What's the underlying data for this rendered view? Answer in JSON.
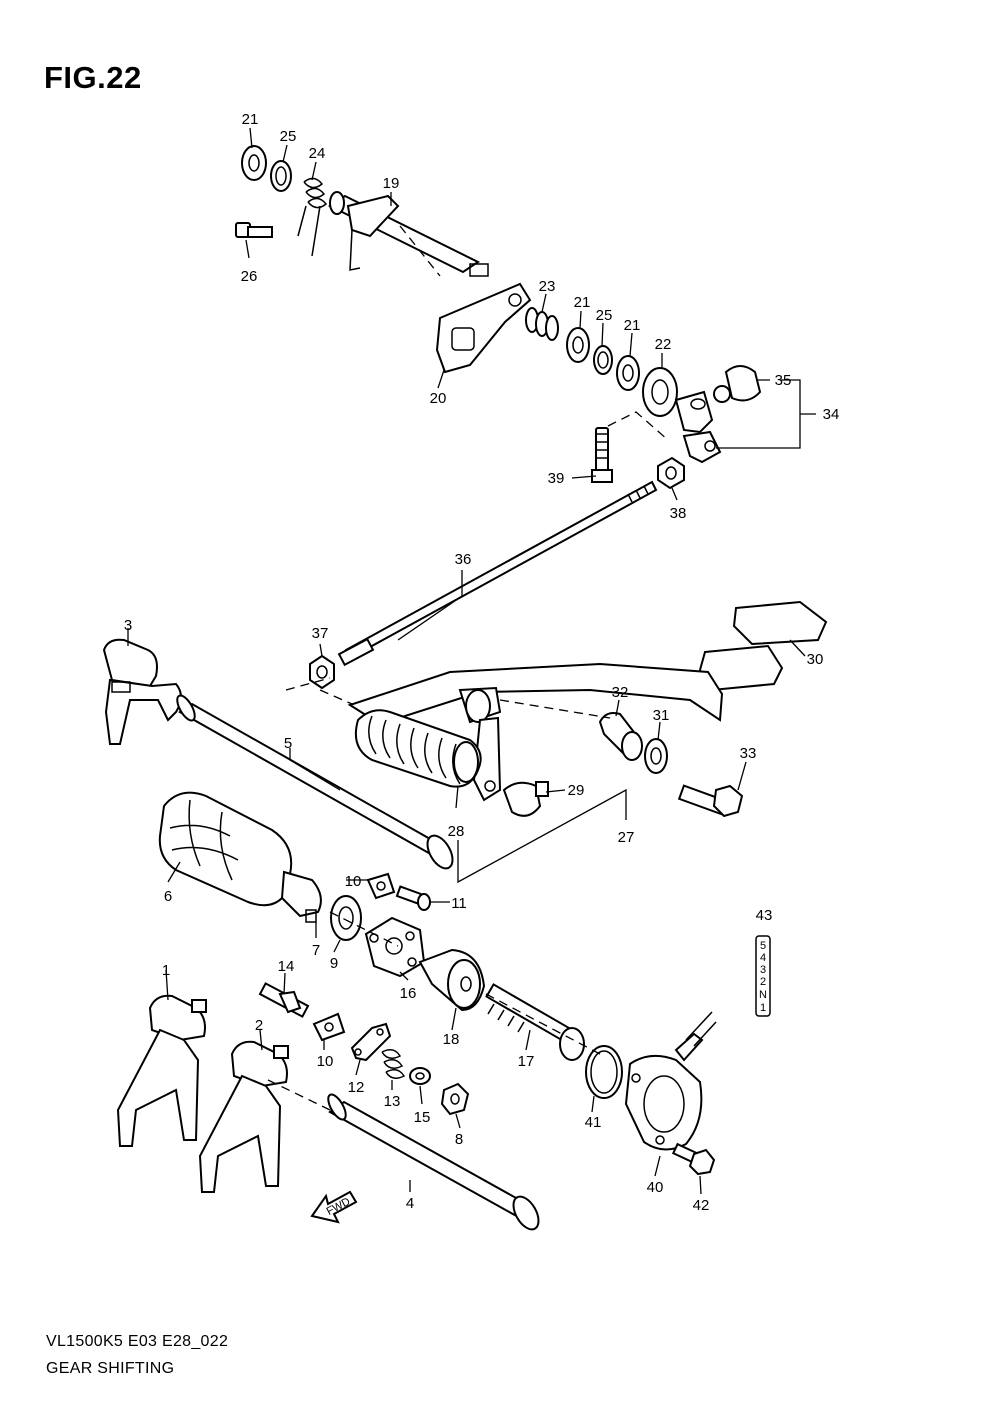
{
  "figure": {
    "title": "FIG.22"
  },
  "footer": {
    "model_code": "VL1500K5 E03 E28_022",
    "section_name": "GEAR SHIFTING"
  },
  "direction_marker": {
    "label": "FWD"
  },
  "gear_indicator": {
    "callout": "43",
    "positions": [
      "5",
      "4",
      "3",
      "2",
      "N",
      "1"
    ]
  },
  "callouts": [
    {
      "id": "c21a",
      "label": "21"
    },
    {
      "id": "c25a",
      "label": "25"
    },
    {
      "id": "c24",
      "label": "24"
    },
    {
      "id": "c19",
      "label": "19"
    },
    {
      "id": "c26",
      "label": "26"
    },
    {
      "id": "c23",
      "label": "23"
    },
    {
      "id": "c21b",
      "label": "21"
    },
    {
      "id": "c25b",
      "label": "25"
    },
    {
      "id": "c21c",
      "label": "21"
    },
    {
      "id": "c22",
      "label": "22"
    },
    {
      "id": "c20",
      "label": "20"
    },
    {
      "id": "c35",
      "label": "35"
    },
    {
      "id": "c34",
      "label": "34"
    },
    {
      "id": "c39",
      "label": "39"
    },
    {
      "id": "c38",
      "label": "38"
    },
    {
      "id": "c36",
      "label": "36"
    },
    {
      "id": "c3",
      "label": "3"
    },
    {
      "id": "c37",
      "label": "37"
    },
    {
      "id": "c30",
      "label": "30"
    },
    {
      "id": "c32",
      "label": "32"
    },
    {
      "id": "c31",
      "label": "31"
    },
    {
      "id": "c5",
      "label": "5"
    },
    {
      "id": "c33",
      "label": "33"
    },
    {
      "id": "c29",
      "label": "29"
    },
    {
      "id": "c28",
      "label": "28"
    },
    {
      "id": "c27",
      "label": "27"
    },
    {
      "id": "c6",
      "label": "6"
    },
    {
      "id": "c10a",
      "label": "10"
    },
    {
      "id": "c11",
      "label": "11"
    },
    {
      "id": "c7",
      "label": "7"
    },
    {
      "id": "c9",
      "label": "9"
    },
    {
      "id": "c1",
      "label": "1"
    },
    {
      "id": "c14",
      "label": "14"
    },
    {
      "id": "c16",
      "label": "16"
    },
    {
      "id": "c2",
      "label": "2"
    },
    {
      "id": "c10b",
      "label": "10"
    },
    {
      "id": "c18",
      "label": "18"
    },
    {
      "id": "c17",
      "label": "17"
    },
    {
      "id": "c12",
      "label": "12"
    },
    {
      "id": "c13",
      "label": "13"
    },
    {
      "id": "c15",
      "label": "15"
    },
    {
      "id": "c8",
      "label": "8"
    },
    {
      "id": "c41",
      "label": "41"
    },
    {
      "id": "c40",
      "label": "40"
    },
    {
      "id": "c42",
      "label": "42"
    },
    {
      "id": "c4",
      "label": "4"
    }
  ]
}
